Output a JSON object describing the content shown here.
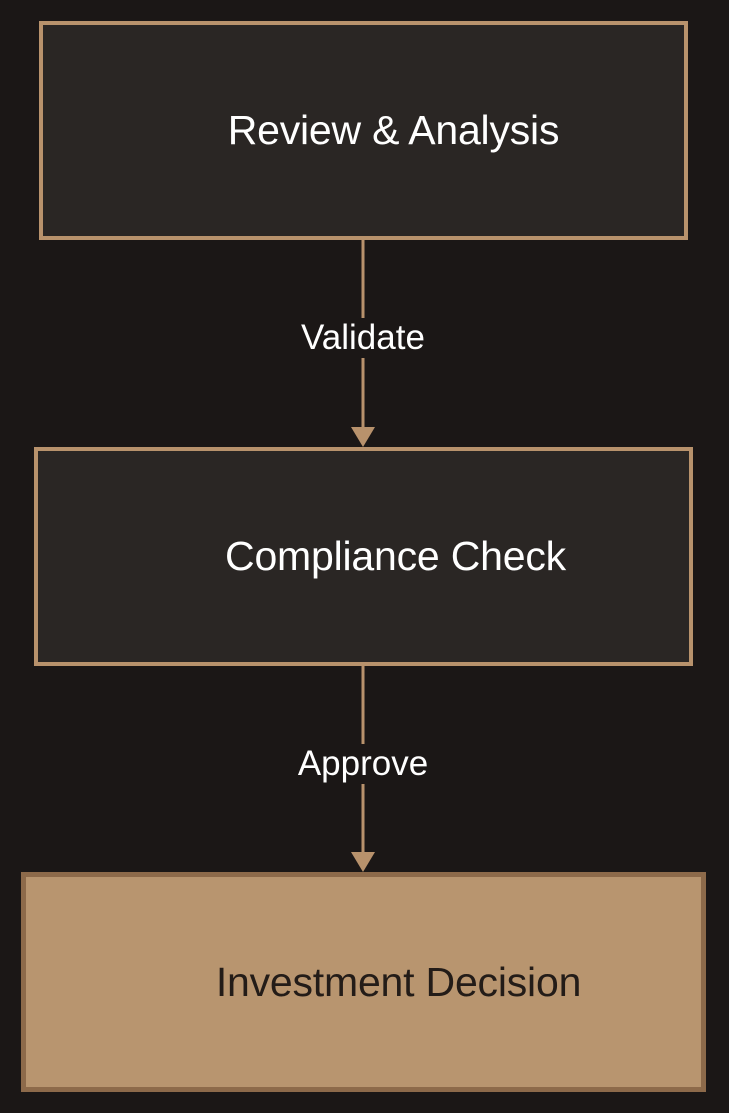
{
  "nodes": {
    "review": {
      "label": "Review & Analysis"
    },
    "compliance": {
      "label": "Compliance Check"
    },
    "decision": {
      "label": "Investment Decision"
    }
  },
  "edges": {
    "validate": {
      "label": "Validate"
    },
    "approve": {
      "label": "Approve"
    }
  },
  "colors": {
    "background": "#1b1716",
    "node_fill": "#2a2624",
    "node_border": "#b8926c",
    "highlight_fill": "#b8956f",
    "highlight_border": "#8d6a4a",
    "connector": "#b8926c"
  }
}
